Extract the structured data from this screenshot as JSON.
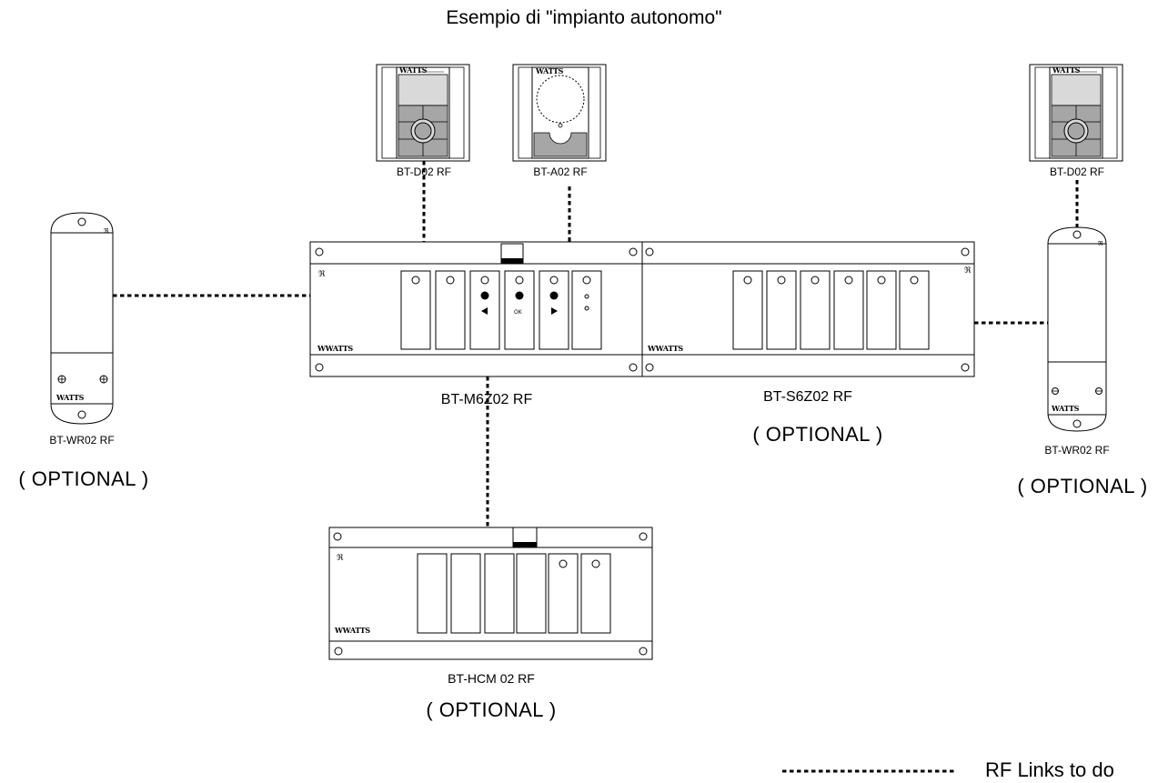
{
  "title": "Esempio di \"impianto autonomo\"",
  "devices": {
    "thermostat_d02_left": {
      "label": "BT-D02 RF"
    },
    "thermostat_a02": {
      "label": "BT-A02 RF"
    },
    "thermostat_d02_right": {
      "label": "BT-D02 RF"
    },
    "master_unit": {
      "label": "BT-M6Z02 RF"
    },
    "slave_unit": {
      "label": "BT-S6Z02 RF",
      "note": "( OPTIONAL )"
    },
    "repeater_left": {
      "label": "BT-WR02 RF",
      "note": "( OPTIONAL )"
    },
    "repeater_right": {
      "label": "BT-WR02 RF",
      "note": "( OPTIONAL )"
    },
    "heating_cooling_module": {
      "label": "BT-HCM 02 RF",
      "note": "( OPTIONAL )"
    }
  },
  "brand": "WATTS",
  "legend": {
    "label": "RF Links to do"
  },
  "colors": {
    "line": "#000000",
    "panel": "#ffffff",
    "screen": "#d9d9d9",
    "keypad": "#a6a6a6"
  }
}
